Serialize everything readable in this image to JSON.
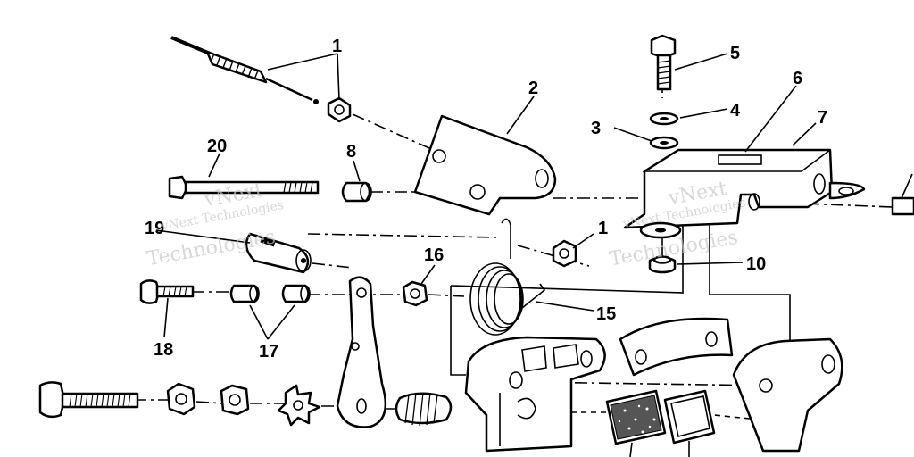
{
  "callouts": {
    "c1a": "1",
    "c1b": "1",
    "c2": "2",
    "c3": "3",
    "c4": "4",
    "c5": "5",
    "c6": "6",
    "c7": "7",
    "c8": "8",
    "c10": "10",
    "c15": "15",
    "c16": "16",
    "c17": "17",
    "c18": "18",
    "c19": "19",
    "c20": "20"
  },
  "watermark": {
    "line1": "vNext Technologies",
    "line2": "vNext",
    "line3": "Technologies"
  }
}
